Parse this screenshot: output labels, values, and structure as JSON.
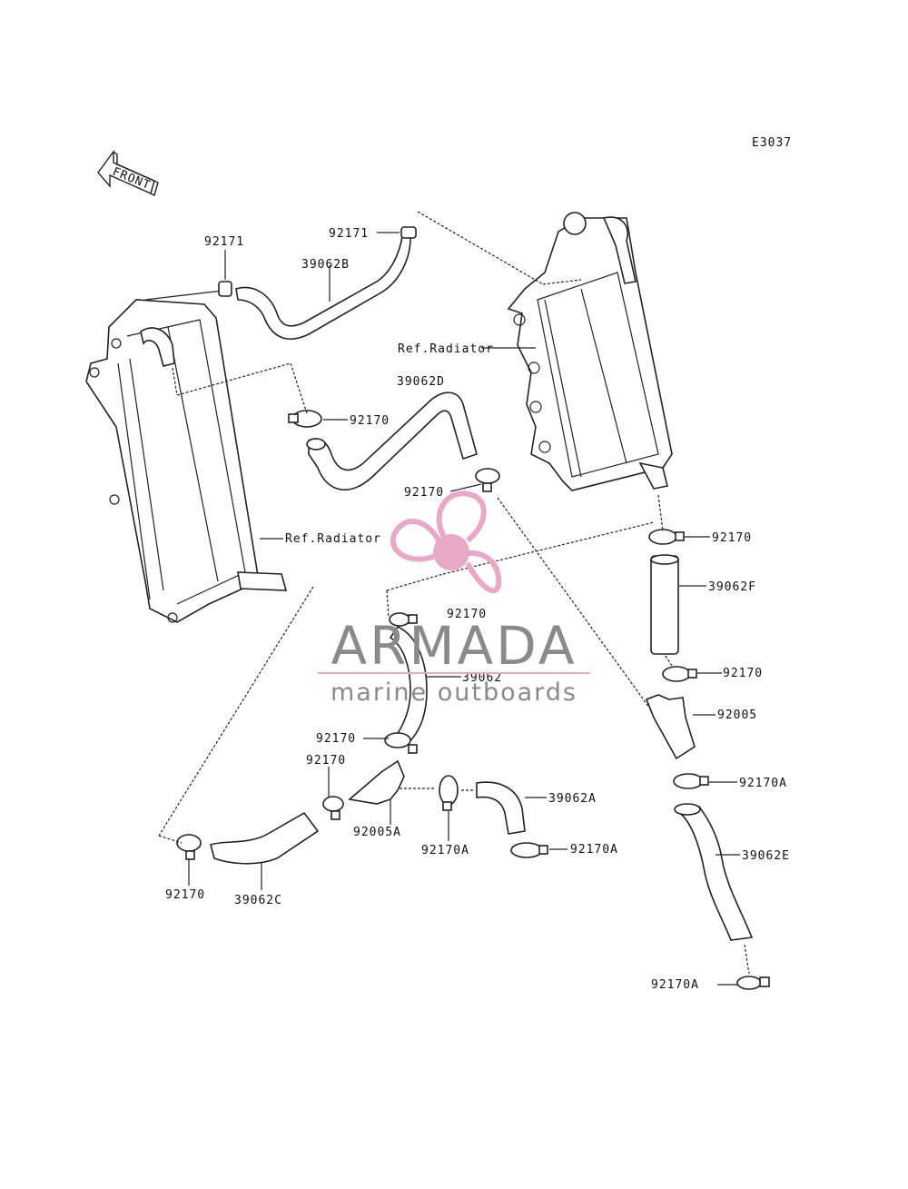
{
  "diagram": {
    "code": "E3037",
    "front_label": "FRONT",
    "labels": {
      "l_92171_left": "92171",
      "l_92171_top": "92171",
      "l_39062B": "39062B",
      "l_ref_radiator_right": "Ref.Radiator",
      "l_39062D": "39062D",
      "l_92170_a": "92170",
      "l_92170_b": "92170",
      "l_ref_radiator_left": "Ref.Radiator",
      "l_92170_c": "92170",
      "l_39062F": "39062F",
      "l_92170_d": "92170",
      "l_39062": "39062",
      "l_92170_e": "92170",
      "l_92005": "92005",
      "l_92170_f": "92170",
      "l_92170_g": "92170",
      "l_92005A": "92005A",
      "l_92170A_a": "92170A",
      "l_39062A": "39062A",
      "l_92170A_b": "92170A",
      "l_92170A_c": "92170A",
      "l_39062E": "39062E",
      "l_92170_h": "92170",
      "l_39062C": "39062C",
      "l_92170A_d": "92170A"
    }
  },
  "watermark": {
    "brand": "ARMADA",
    "tagline": "marine outboards",
    "colors": {
      "pink": "#e9a8c8",
      "gray": "#8a8a8a"
    }
  }
}
